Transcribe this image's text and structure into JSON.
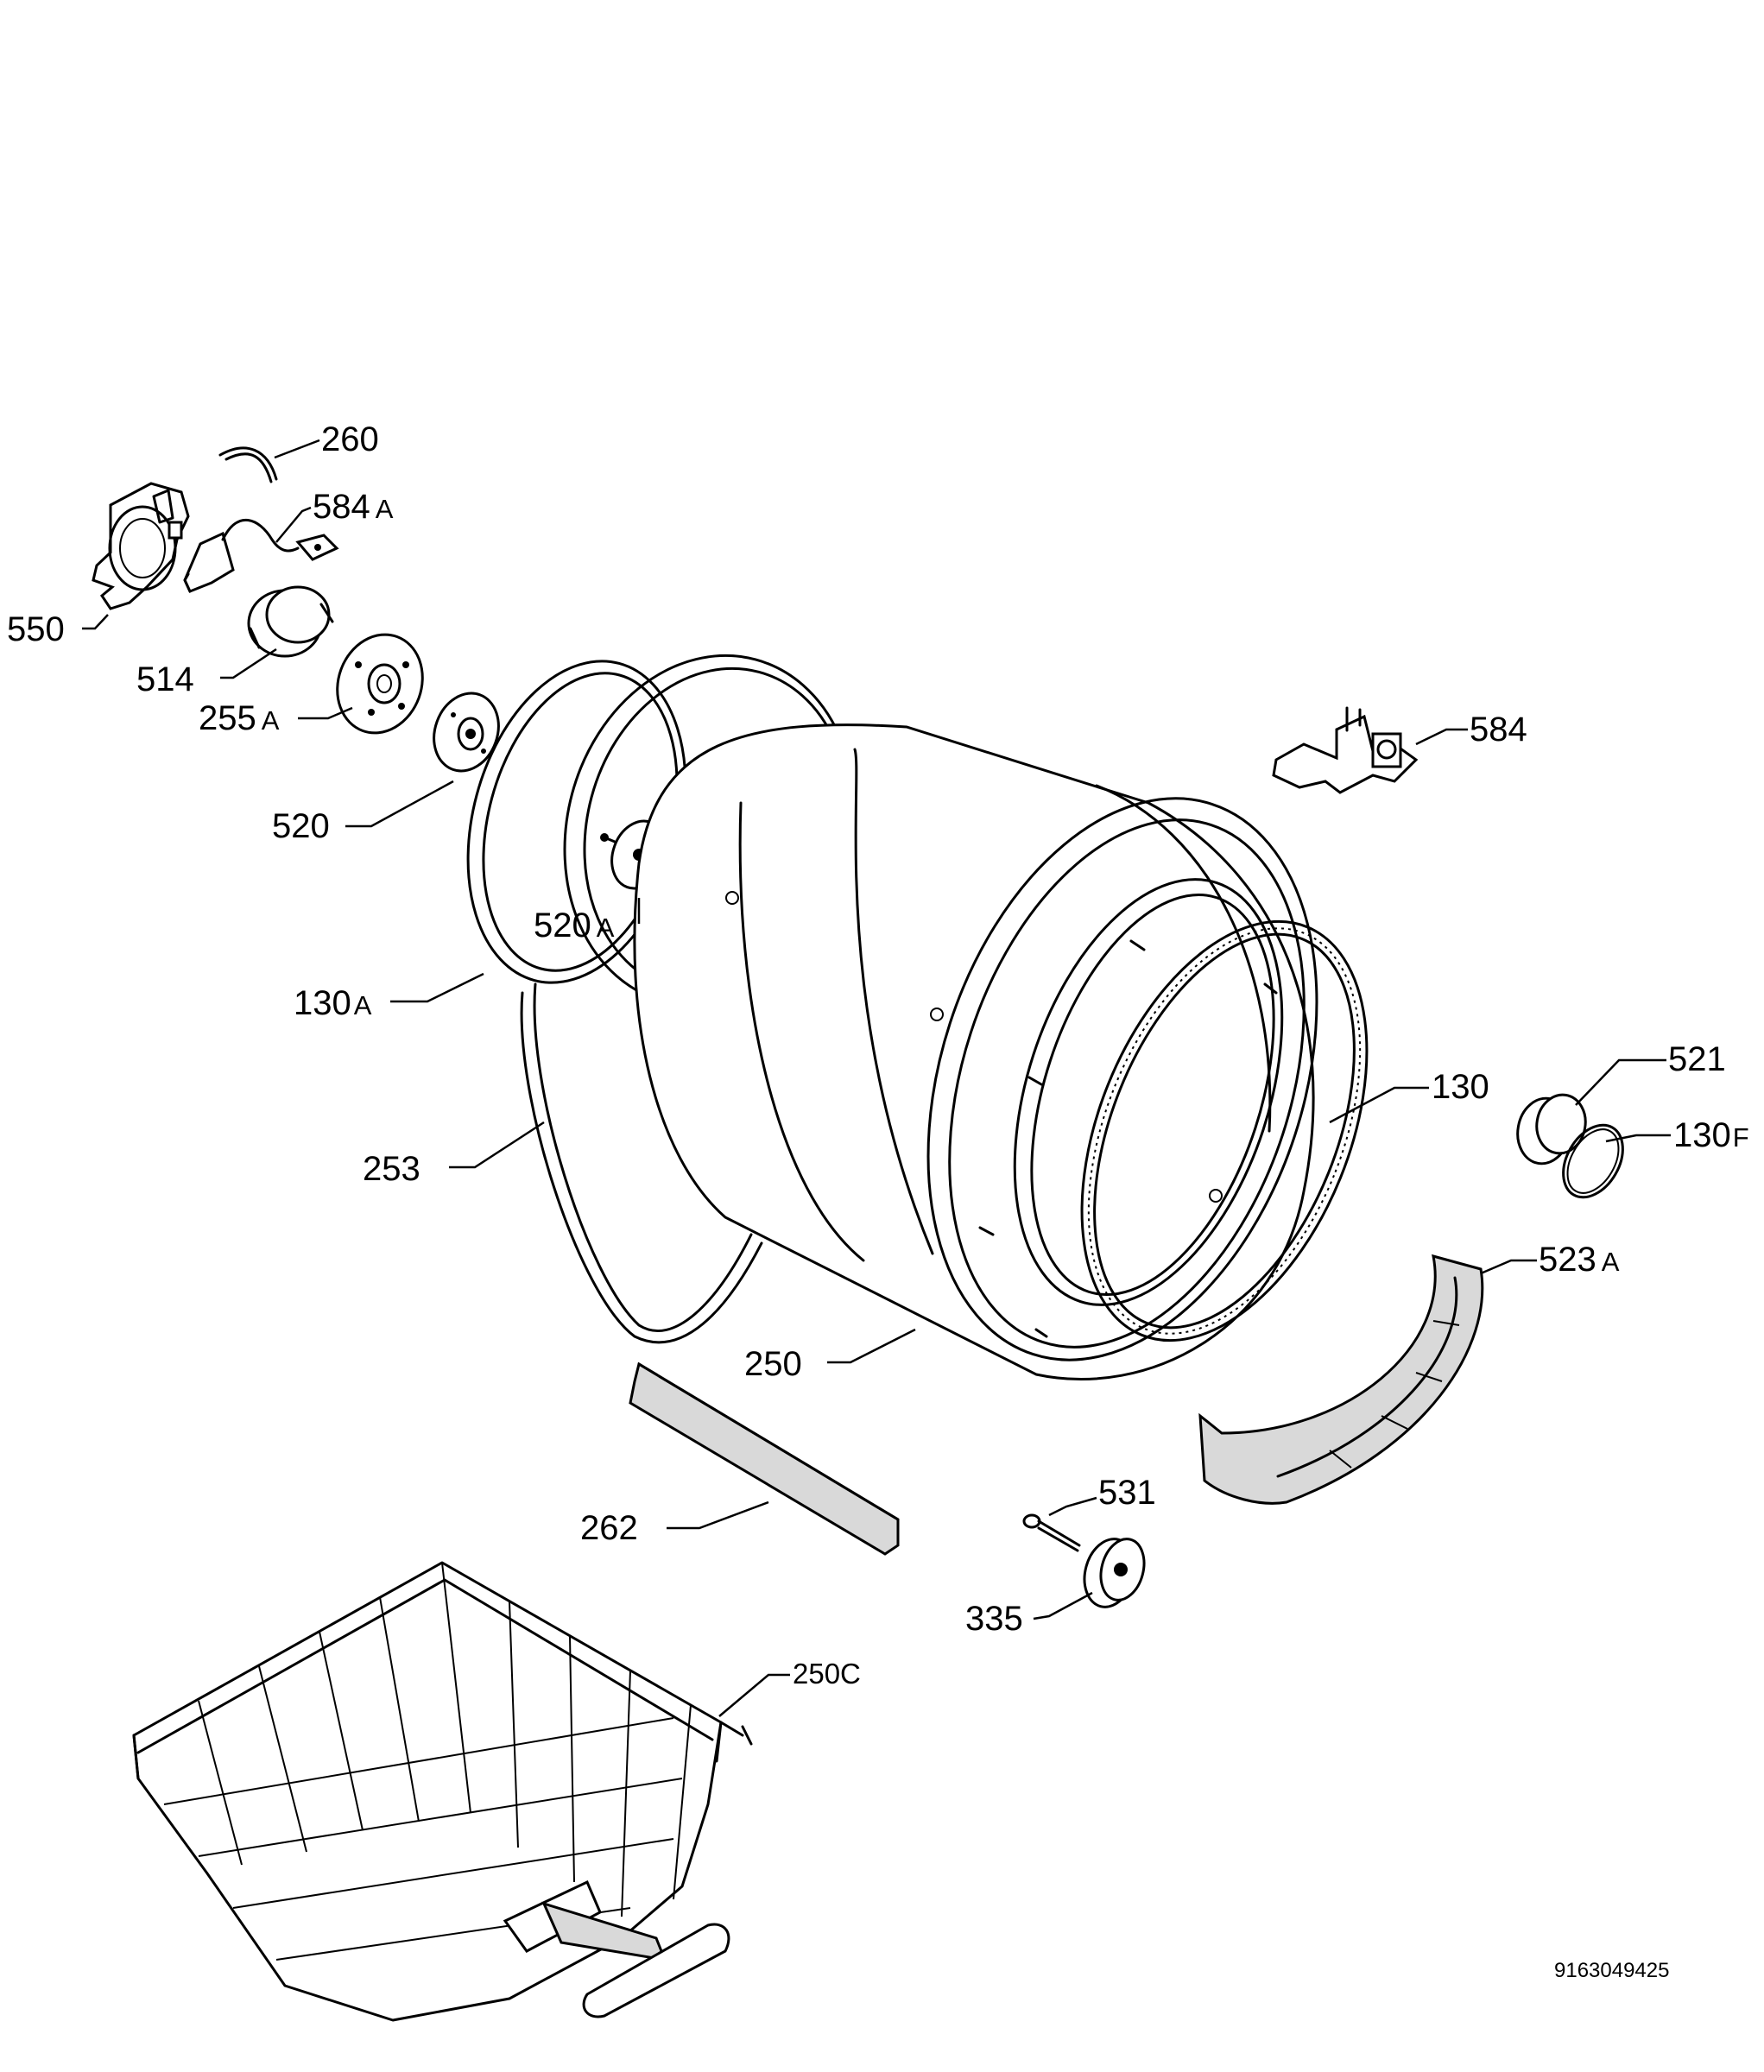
{
  "labels": {
    "p260": {
      "num": "260",
      "suffix": ""
    },
    "p584a": {
      "num": "584",
      "suffix": "A"
    },
    "p550": {
      "num": "550",
      "suffix": ""
    },
    "p514": {
      "num": "514",
      "suffix": ""
    },
    "p255a": {
      "num": "255",
      "suffix": "A"
    },
    "p520": {
      "num": "520",
      "suffix": ""
    },
    "p520a": {
      "num": "520",
      "suffix": "A"
    },
    "p130a": {
      "num": "130",
      "suffix": "A"
    },
    "p253": {
      "num": "253",
      "suffix": ""
    },
    "p584": {
      "num": "584",
      "suffix": ""
    },
    "p130": {
      "num": "130",
      "suffix": ""
    },
    "p521": {
      "num": "521",
      "suffix": ""
    },
    "p130f": {
      "num": "130",
      "suffix": "F"
    },
    "p523a": {
      "num": "523",
      "suffix": "A"
    },
    "p250": {
      "num": "250",
      "suffix": ""
    },
    "p262": {
      "num": "262",
      "suffix": ""
    },
    "p531": {
      "num": "531",
      "suffix": ""
    },
    "p335": {
      "num": "335",
      "suffix": ""
    },
    "p250c": {
      "num": "250C",
      "suffix": ""
    }
  },
  "document_number": "9163049425"
}
